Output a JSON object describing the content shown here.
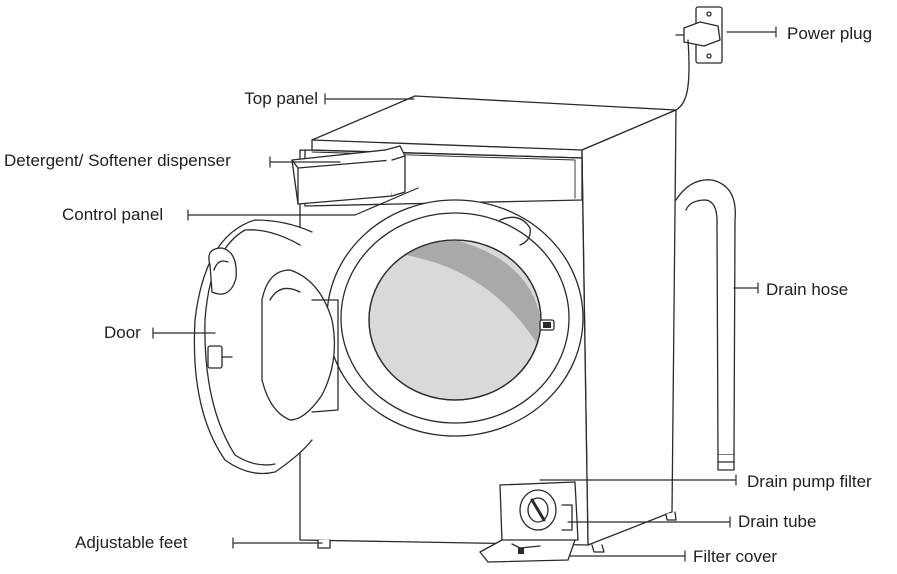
{
  "diagram": {
    "labels": {
      "power_plug": "Power plug",
      "top_panel": "Top panel",
      "dispenser": "Detergent/ Softener dispenser",
      "control_panel": "Control panel",
      "door": "Door",
      "drain_hose": "Drain hose",
      "drain_pump_filter": "Drain pump filter",
      "drain_tube": "Drain tube",
      "adjustable_feet": "Adjustable feet",
      "filter_cover": "Filter cover"
    }
  },
  "colors": {
    "line": "#2a2a2a",
    "glass_dark": "#a9a9a9",
    "glass_light": "#d9d9d9",
    "background": "#ffffff"
  }
}
